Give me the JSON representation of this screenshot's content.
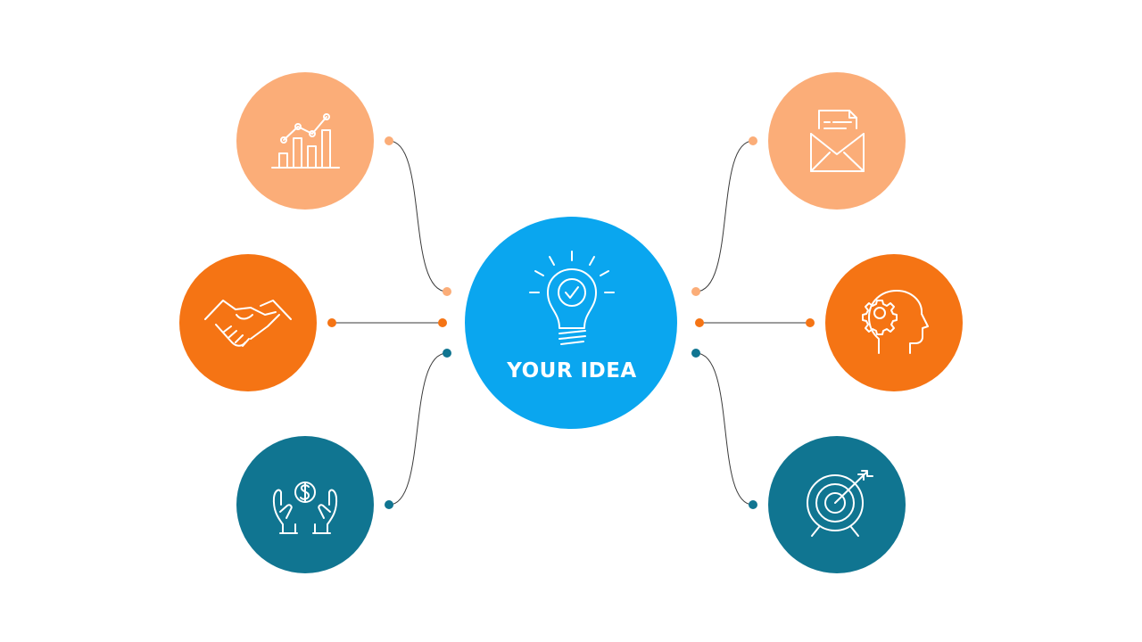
{
  "center": {
    "label": "YOUR IDEA",
    "icon": "lightbulb-check-icon",
    "color": "#0aa6ef"
  },
  "colors": {
    "light_orange": "#fbad78",
    "orange": "#f57414",
    "teal": "#107591",
    "connector": "#3a3a3a"
  },
  "nodes": [
    {
      "id": "top-left",
      "icon": "bar-chart-growth-icon",
      "color": "#fbad78"
    },
    {
      "id": "mid-left",
      "icon": "handshake-icon",
      "color": "#f57414"
    },
    {
      "id": "bottom-left",
      "icon": "hands-dollar-coin-icon",
      "color": "#107591"
    },
    {
      "id": "top-right",
      "icon": "envelope-letter-icon",
      "color": "#fbad78"
    },
    {
      "id": "mid-right",
      "icon": "head-gear-icon",
      "color": "#f57414"
    },
    {
      "id": "bottom-right",
      "icon": "target-arrow-icon",
      "color": "#107591"
    }
  ]
}
